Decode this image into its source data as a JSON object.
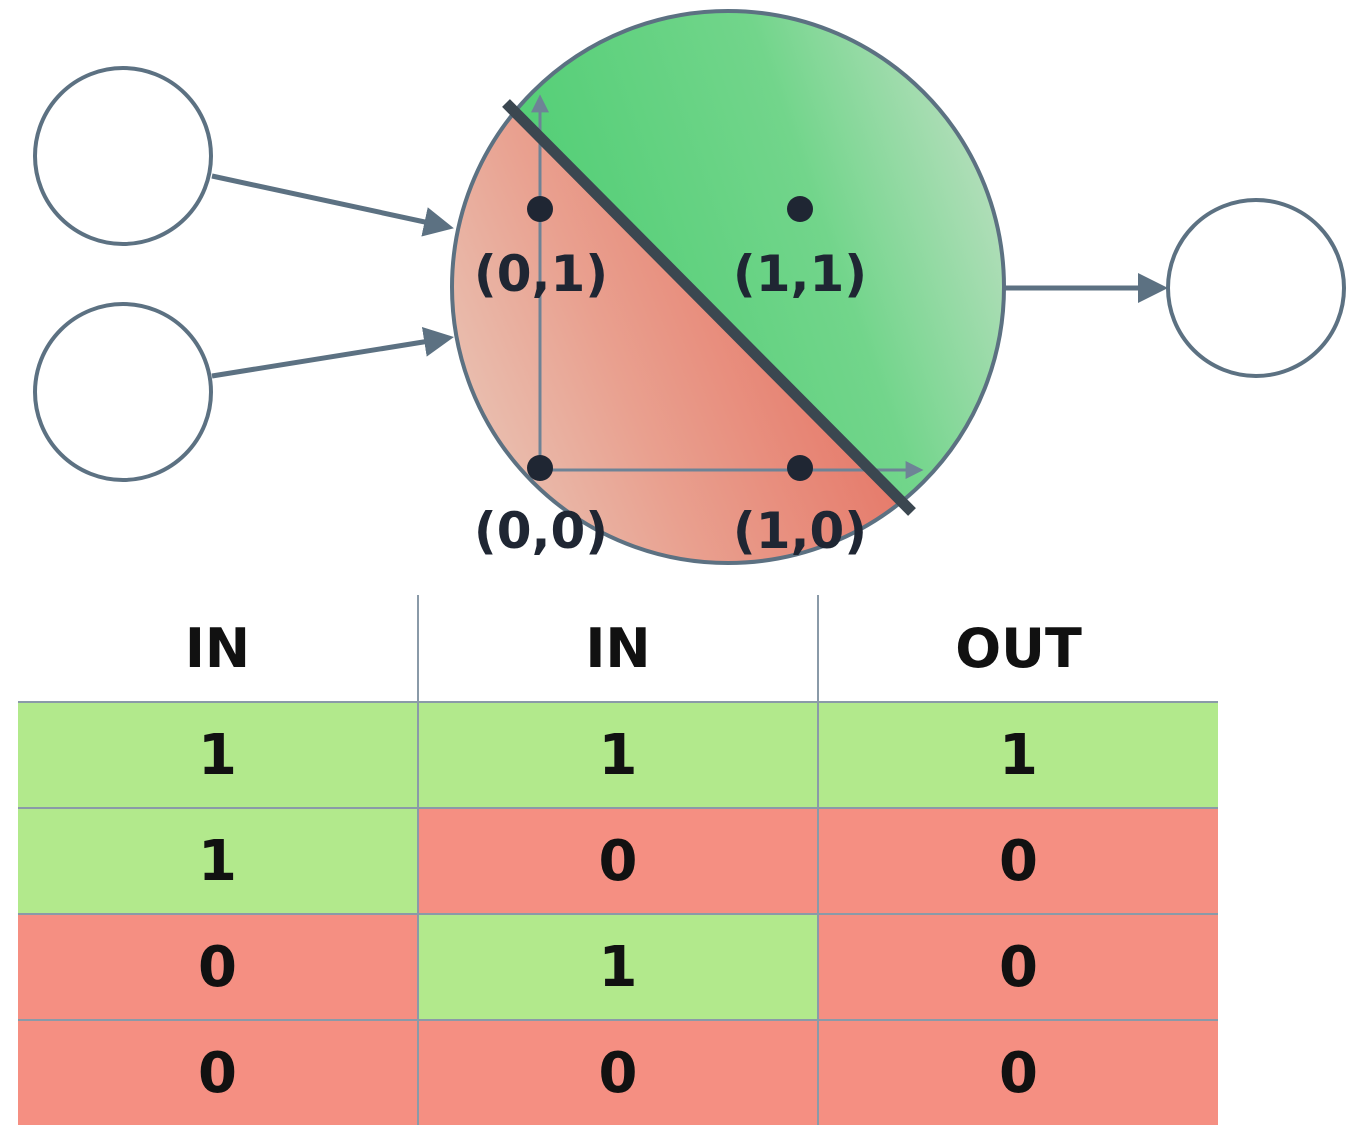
{
  "colors": {
    "true_cell": "#b2e98c",
    "false_cell": "#f58f82",
    "region_true": "#5fd07c",
    "region_false": "#e98070",
    "node_stroke": "#5c7182",
    "boundary_line": "#3b4750"
  },
  "points": [
    {
      "label": "(0,1)",
      "x": 0,
      "y": 1
    },
    {
      "label": "(1,1)",
      "x": 1,
      "y": 1
    },
    {
      "label": "(0,0)",
      "x": 0,
      "y": 0
    },
    {
      "label": "(1,0)",
      "x": 1,
      "y": 0
    }
  ],
  "table": {
    "headers": [
      "IN",
      "IN",
      "OUT"
    ],
    "rows": [
      [
        "1",
        "1",
        "1"
      ],
      [
        "1",
        "0",
        "0"
      ],
      [
        "0",
        "1",
        "0"
      ],
      [
        "0",
        "0",
        "0"
      ]
    ]
  }
}
